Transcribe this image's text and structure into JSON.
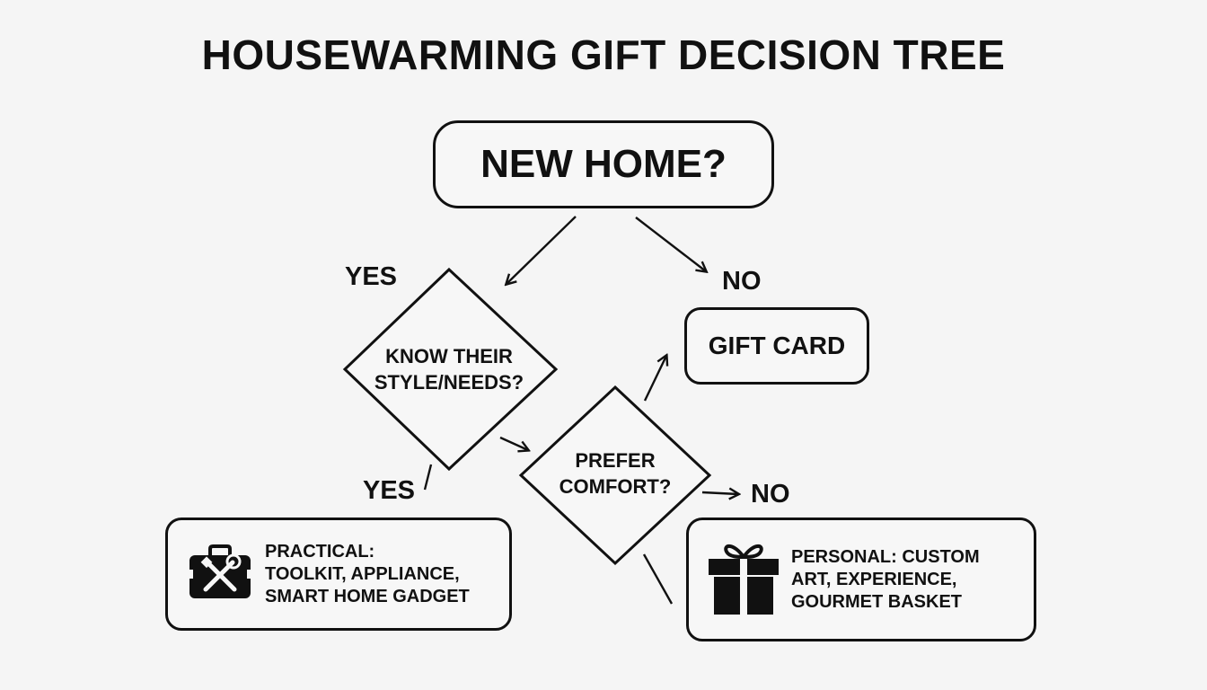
{
  "title": "HOUSEWARMING GIFT DECISION TREE",
  "nodes": {
    "root": "NEW HOME?",
    "style_question": [
      "KNOW THEIR",
      "STYLE/NEEDS?"
    ],
    "comfort_question": [
      "PREFER",
      "COMFORT?"
    ],
    "gift_card": "GIFT CARD",
    "practical": [
      "PRACTICAL:",
      "TOOLKIT, APPLIANCE,",
      "SMART HOME GADGET"
    ],
    "personal": [
      "PERSONAL: CUSTOM",
      "ART, EXPERIENCE,",
      "GOURMET BASKET"
    ]
  },
  "edge_labels": {
    "root_yes": "YES",
    "root_no": "NO",
    "style_yes": "YES",
    "comfort_no": "NO"
  },
  "icons": {
    "practical": "toolbox-icon",
    "personal": "gift-icon"
  }
}
